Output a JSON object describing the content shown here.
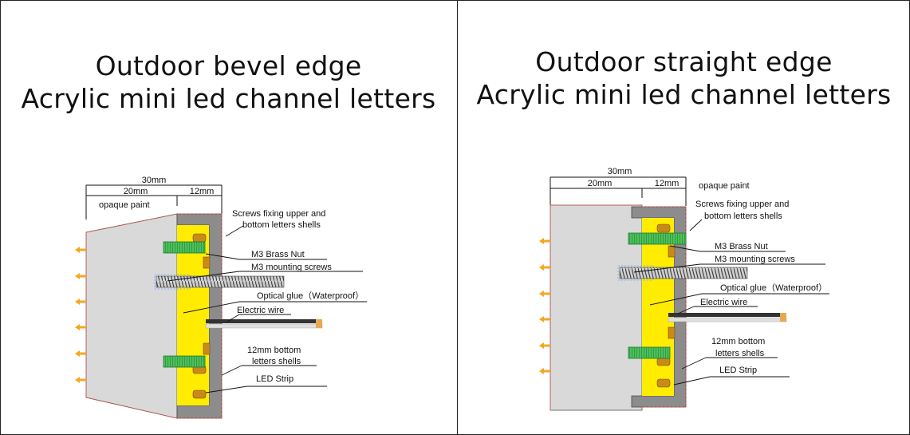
{
  "panels": [
    {
      "title_line1": "Outdoor bevel edge",
      "title_line2": "Acrylic mini led channel letters",
      "dim_total": "30mm",
      "dim_left": "20mm",
      "dim_right": "12mm",
      "labels": {
        "opaque_paint": "opaque paint",
        "screws_fixing_1": "Screws fixing upper and",
        "screws_fixing_2": "bottom letters shells",
        "brass_nut": "M3 Brass Nut",
        "mounting_screws": "M3 mounting screws",
        "optical_glue": "Optical glue（",
        "waterproof": "Waterproof",
        "close_paren": "）",
        "electric_wire": "Electric wire",
        "bottom_shell_1": "12mm bottom",
        "bottom_shell_2": "letters shells",
        "led_strip": "LED Strip"
      }
    },
    {
      "title_line1": "Outdoor straight edge",
      "title_line2": "Acrylic mini led channel letters",
      "dim_total": "30mm",
      "dim_left": "20mm",
      "dim_right": "12mm",
      "labels": {
        "opaque_paint": "opaque paint",
        "screws_fixing_1": "Screws fixing upper and",
        "screws_fixing_2": "bottom letters shells",
        "brass_nut": "M3 Brass Nut",
        "mounting_screws": "M3 mounting screws",
        "optical_glue": "Optical glue（",
        "waterproof": "Waterproof",
        "close_paren": "）",
        "electric_wire": "Electric wire",
        "bottom_shell_1": "12mm bottom",
        "bottom_shell_2": "letters shells",
        "led_strip": "LED Strip"
      }
    }
  ],
  "colors": {
    "acrylic_face": "#d9d9d9",
    "shell": "#8c8c8c",
    "glue": "#ffec00",
    "nut": "#4cbf5a",
    "light_arrow": "#f5a623",
    "paint_edge": "#d9534f"
  }
}
